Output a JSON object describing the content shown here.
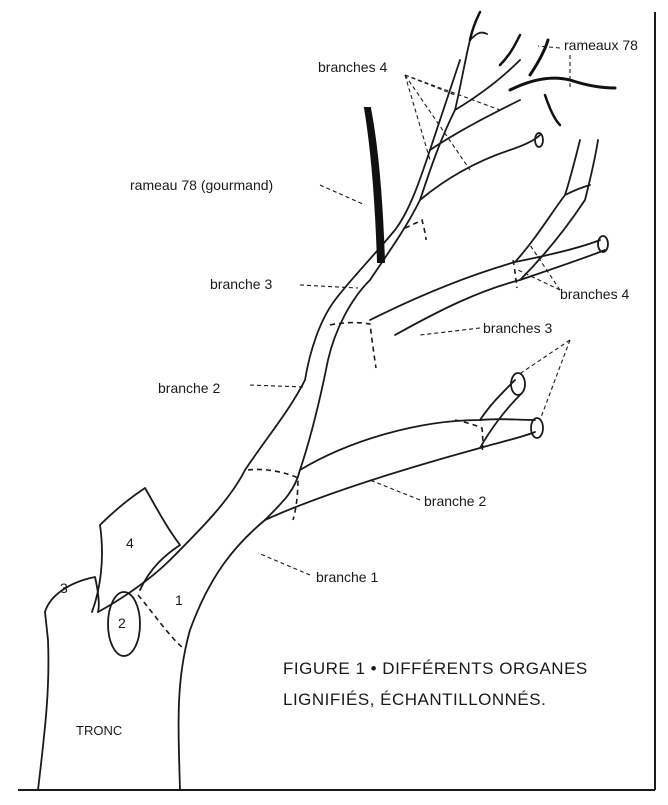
{
  "labels": {
    "rameaux_78": "rameaux 78",
    "branches_4_top": "branches 4",
    "rameau_78_gourmand": "rameau 78 (gourmand)",
    "branche_3": "branche 3",
    "branches_4_right": "branches 4",
    "branches_3": "branches 3",
    "branche_2_left": "branche 2",
    "branche_2_right": "branche 2",
    "branche_1": "branche 1",
    "stump_1": "1",
    "stump_2": "2",
    "stump_3": "3",
    "stump_4": "4",
    "tronc": "TRONC"
  },
  "caption": {
    "line1": "FIGURE 1 • DIFFÉRENTS ORGANES",
    "line2": "LIGNIFIÉS, ÉCHANTILLONNÉS."
  }
}
